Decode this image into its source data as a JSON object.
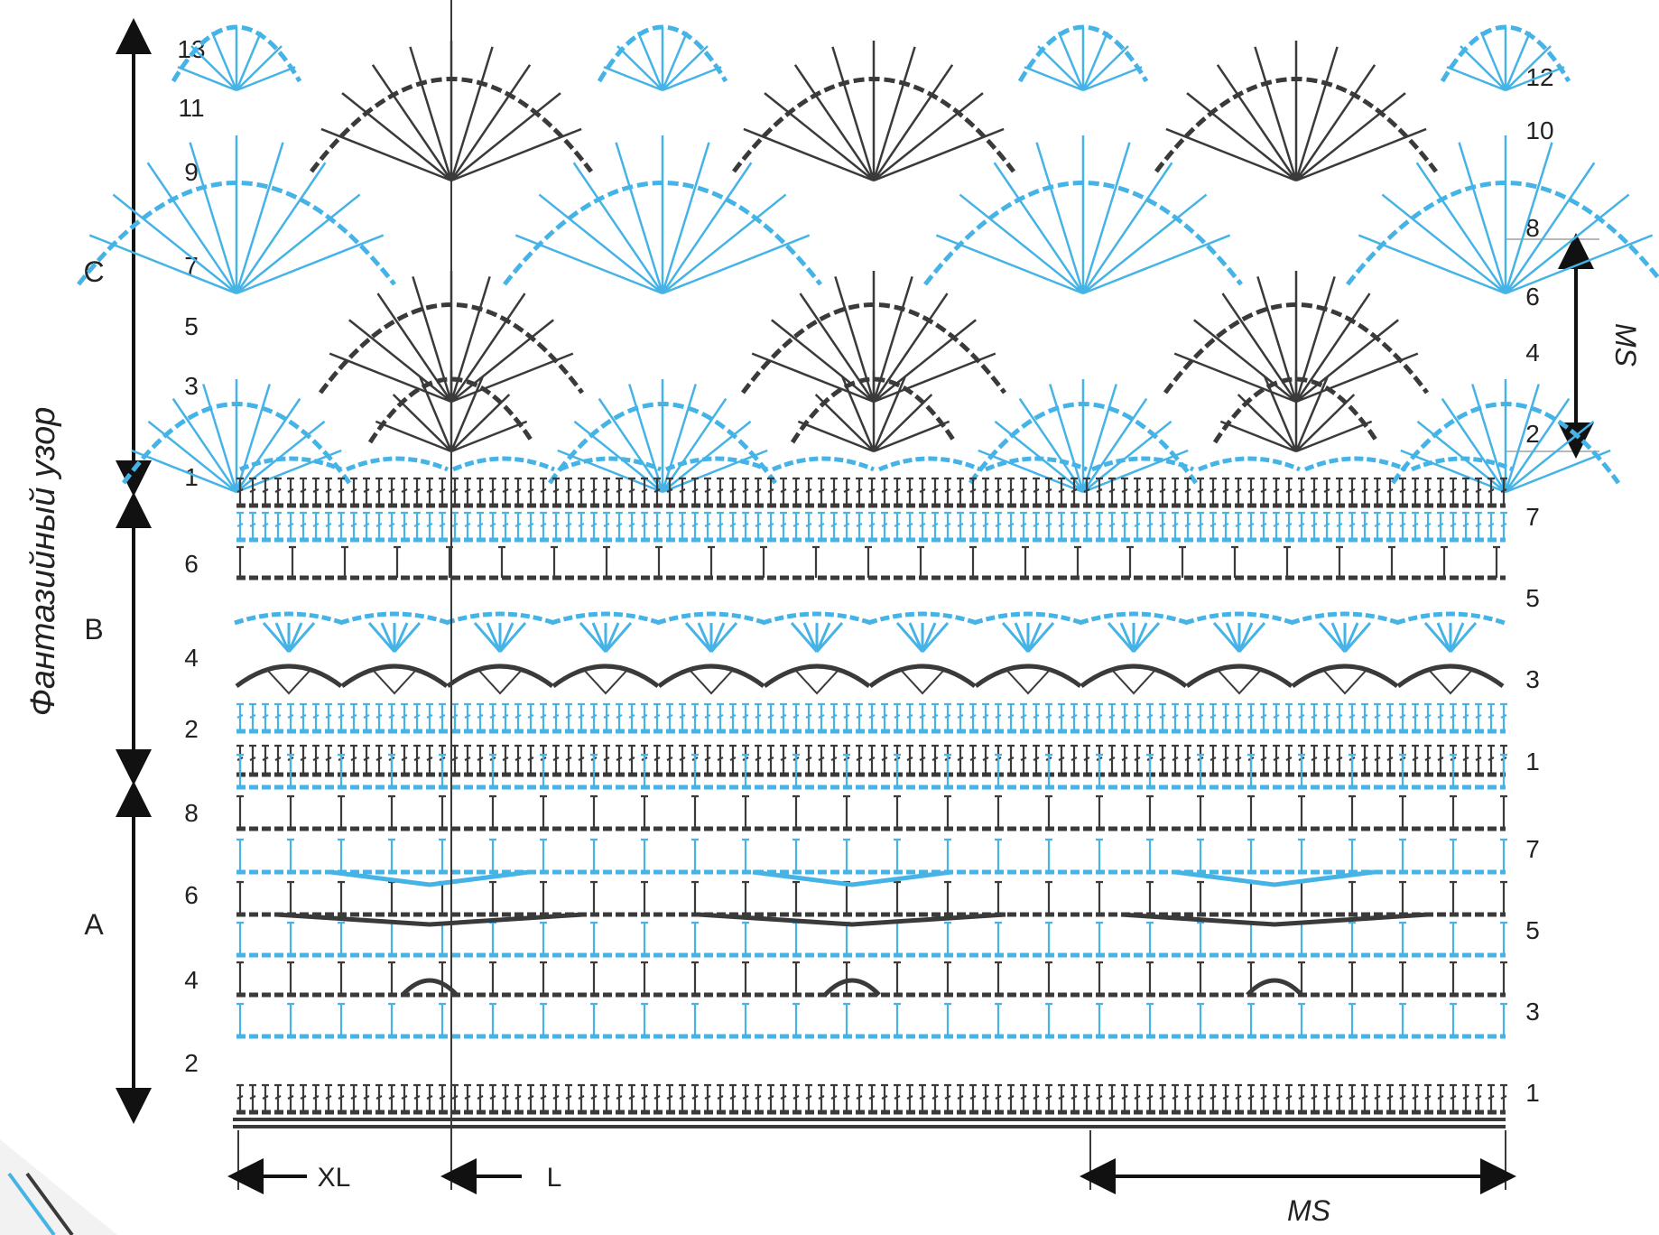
{
  "title": "Фантазийный узор",
  "colors": {
    "blue": "#45b3e6",
    "dark": "#3a3a3a",
    "text": "#222222",
    "guide": "#b8b8b8"
  },
  "sections": [
    {
      "label": "C",
      "left_rows": [
        "13",
        "11",
        "9",
        "7",
        "5",
        "3",
        "1"
      ],
      "right_rows": [
        "12",
        "10",
        "8",
        "6",
        "4",
        "2"
      ]
    },
    {
      "label": "B",
      "left_rows": [
        "6",
        "4",
        "2"
      ],
      "right_rows": [
        "7",
        "5",
        "3",
        "1"
      ]
    },
    {
      "label": "A",
      "left_rows": [
        "8",
        "6",
        "4",
        "2"
      ],
      "right_rows": [
        "7",
        "5",
        "3",
        "1"
      ]
    }
  ],
  "repeat_label_side": "MS",
  "bottom": {
    "xl": "XL",
    "l": "L",
    "ms": "MS"
  }
}
